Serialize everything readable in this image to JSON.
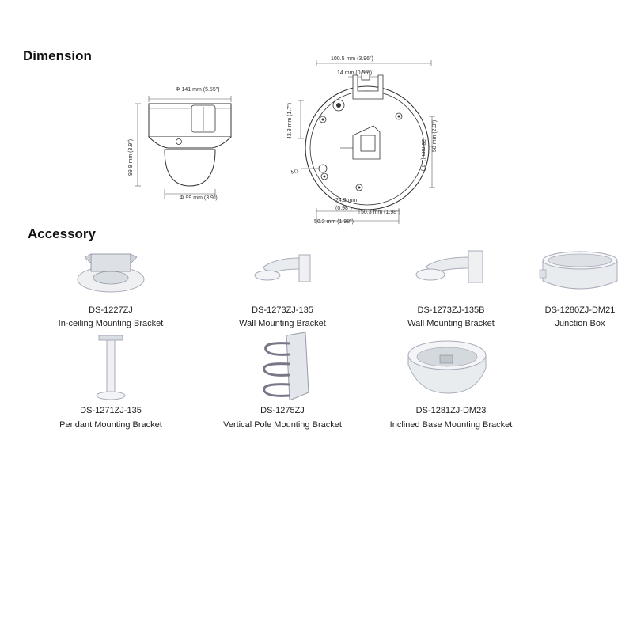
{
  "sections": {
    "dimension_title": "Dimension",
    "accessory_title": "Accessory"
  },
  "dimension": {
    "side_view": {
      "top_width": "Φ 141 mm (5.55\")",
      "height": "99.9 mm (3.9\")",
      "dome_width": "Φ 99 mm (3.9\")"
    },
    "bottom_view": {
      "overall_width": "100.5 mm (3.96\")",
      "tab_width": "14 mm (0.55\")",
      "left_height": "43.3 mm (1.7\")",
      "right_top": "29 mm (1.4\")",
      "right_bottom": "58 mm (2.3\")",
      "screw": "M3",
      "inner_a": "24.9 mm",
      "inner_b": "(0.98\")",
      "inner_c": "50.3 mm (1.98\")",
      "bottom_width": "50.2 mm (1.98\")"
    }
  },
  "accessories": [
    {
      "model": "DS-1227ZJ",
      "description": "In-ceiling Mounting Bracket",
      "icon": "ceiling-bracket-icon"
    },
    {
      "model": "DS-1273ZJ-135",
      "description": "Wall Mounting Bracket",
      "icon": "wall-bracket-icon"
    },
    {
      "model": "DS-1273ZJ-135B",
      "description": "Wall Mounting Bracket",
      "icon": "wall-bracket-box-icon"
    },
    {
      "model": "DS-1280ZJ-DM21",
      "description": "Junction Box",
      "icon": "junction-box-icon"
    },
    {
      "model": "DS-1271ZJ-135",
      "description": "Pendant Mounting Bracket",
      "icon": "pendant-bracket-icon"
    },
    {
      "model": "DS-1275ZJ",
      "description": "Vertical Pole Mounting Bracket",
      "icon": "pole-bracket-icon"
    },
    {
      "model": "DS-1281ZJ-DM23",
      "description": "Inclined Base Mounting Bracket",
      "icon": "inclined-base-icon"
    }
  ]
}
